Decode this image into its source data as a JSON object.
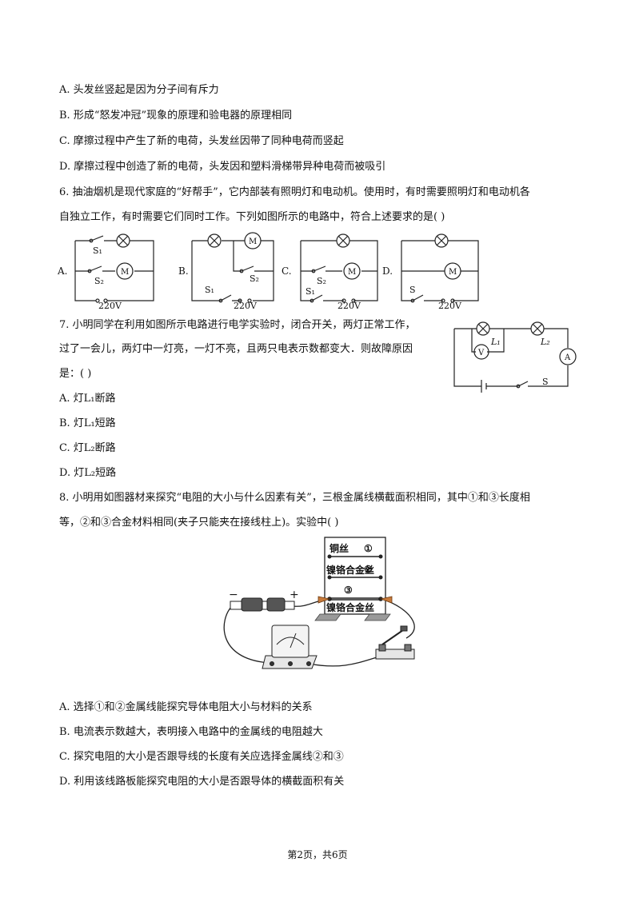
{
  "q5": {
    "options": [
      "A. 头发丝竖起是因为分子间有斥力",
      "B. 形成“怒发冲冠”现象的原理和验电器的原理相同",
      "C. 摩擦过程中产生了新的电荷，头发丝因带了同种电荷而竖起",
      "D. 摩擦过程中创造了新的电荷，头发因和塑料滑梯带异种电荷而被吸引"
    ]
  },
  "q6": {
    "line1": "6. 抽油烟机是现代家庭的“好帮手”，它内部装有照明灯和电动机。使用时，有时需要照明灯和电动机各",
    "line2": "自独立工作，有时需要它们同时工作。下列如图所示的电路中，符合上述要求的是(   )",
    "option_letters": [
      "A.",
      "B.",
      "C.",
      "D."
    ],
    "labels": {
      "s1": "S₁",
      "s2": "S₂",
      "s": "S",
      "motor": "M",
      "voltage": "220V"
    }
  },
  "q7": {
    "line1": "7. 小明同学在利用如图所示电路进行电学实验时，闭合开关，两灯正常工作，",
    "line2": "过了一会儿，两灯中一灯亮，一灯不亮，且两只电表示数都变大．则故障原因",
    "line3": "是：(   )",
    "options": [
      "A. 灯L₁断路",
      "B. 灯L₁短路",
      "C. 灯L₂断路",
      "D. 灯L₂短路"
    ],
    "labels": {
      "l1": "L₁",
      "l2": "L₂",
      "voltmeter": "V",
      "ammeter": "A",
      "switch": "S"
    }
  },
  "q8": {
    "line1": "8. 小明用如图器材来探究“电阻的大小与什么因素有关”，三根金属线横截面积相同，其中①和③长度相",
    "line2": "等，②和③合金材料相同(夹子只能夹在接线柱上)。实验中(   )",
    "board": {
      "row1": "铜丝",
      "mark1": "①",
      "row2": "镍铬合金丝",
      "mark2": "②",
      "mark3": "③",
      "row3": "镍铬合金丝"
    },
    "battery_minus": "−",
    "battery_plus": "+",
    "options": [
      "A. 选择①和②金属线能探究导体电阻大小与材料的关系",
      "B. 电流表示数越大，表明接入电路中的金属线的电阻越大",
      "C. 探究电阻的大小是否跟导线的长度有关应选择金属线②和③",
      "D. 利用该线路板能探究电阻的大小是否跟导体的横截面积有关"
    ]
  },
  "footer": "第2页，共6页"
}
